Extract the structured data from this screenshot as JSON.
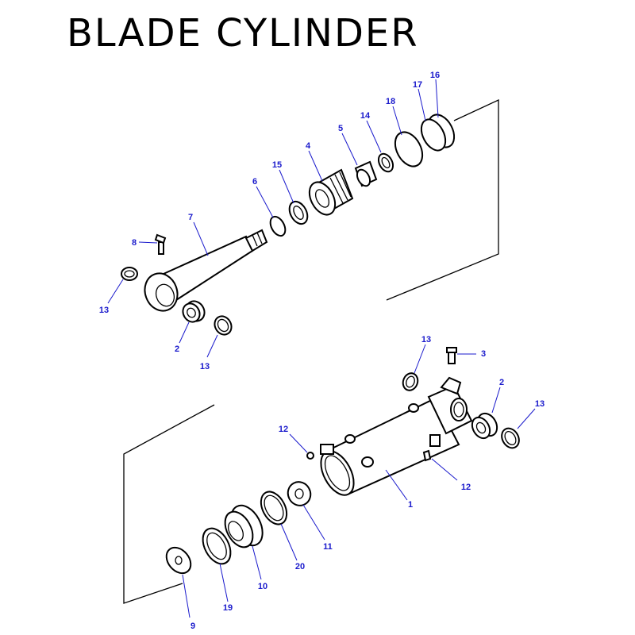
{
  "title": "BLADE CYLINDER",
  "callouts": {
    "c16": "16",
    "c17": "17",
    "c18": "18",
    "c14": "14",
    "c5": "5",
    "c4": "4",
    "c15": "15",
    "c6": "6",
    "c7": "7",
    "c8": "8",
    "c13a": "13",
    "c2a": "2",
    "c13b": "13",
    "c13c": "13",
    "c3": "3",
    "c2b": "2",
    "c13d": "13",
    "c12a": "12",
    "c12b": "12",
    "c1": "1",
    "c11": "11",
    "c20": "20",
    "c10": "10",
    "c19": "19",
    "c9": "9"
  }
}
